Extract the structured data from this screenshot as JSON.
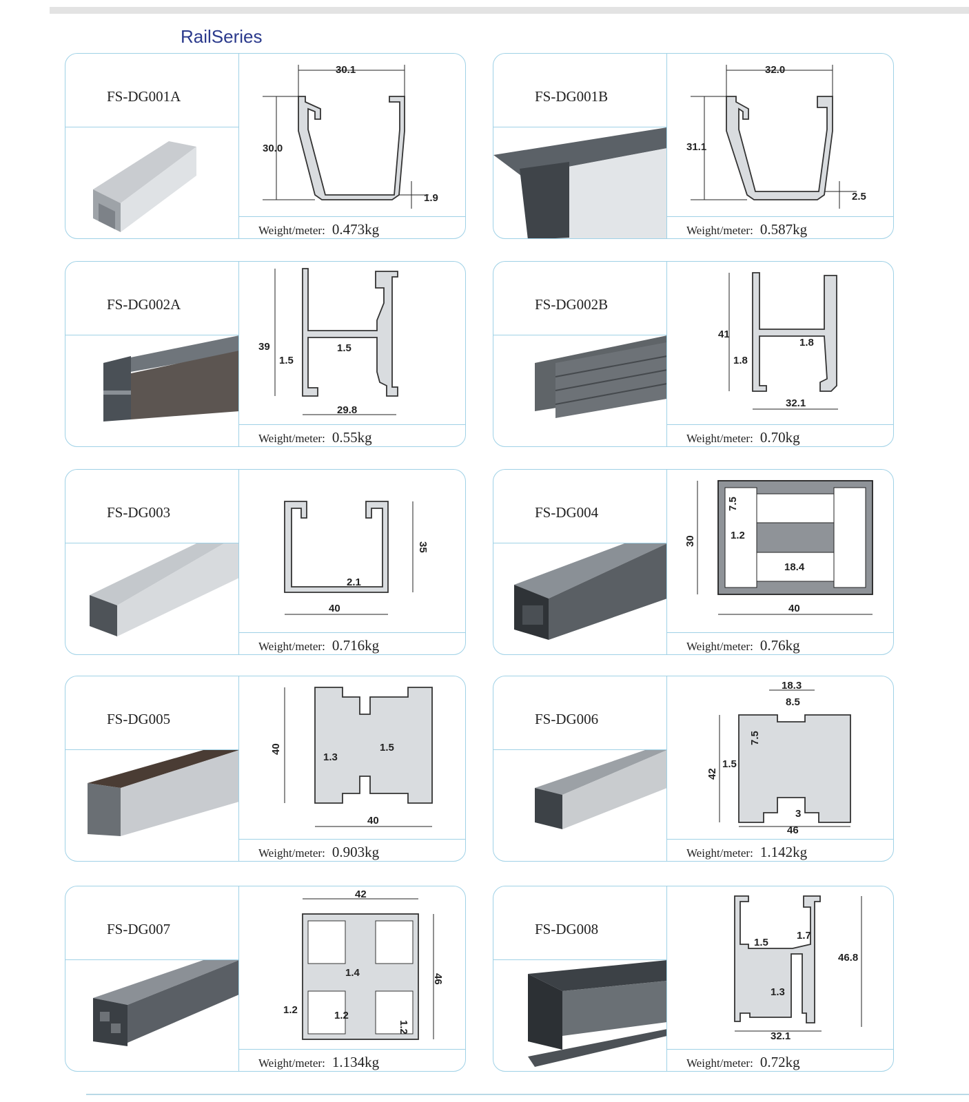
{
  "header": {
    "title": "RailSeries"
  },
  "weight_label": "Weight/meter:",
  "products": [
    {
      "model": "FS-DG001A",
      "weight": "0.473kg",
      "dims": [
        "30.1",
        "30.0",
        "1.9"
      ]
    },
    {
      "model": "FS-DG001B",
      "weight": "0.587kg",
      "dims": [
        "32.0",
        "31.1",
        "2.5"
      ]
    },
    {
      "model": "FS-DG002A",
      "weight": "0.55kg",
      "dims": [
        "39",
        "1.5",
        "1.5",
        "29.8"
      ]
    },
    {
      "model": "FS-DG002B",
      "weight": "0.70kg",
      "dims": [
        "41",
        "1.8",
        "1.8",
        "32.1"
      ]
    },
    {
      "model": "FS-DG003",
      "weight": "0.716kg",
      "dims": [
        "35",
        "2.1",
        "40"
      ]
    },
    {
      "model": "FS-DG004",
      "weight": "0.76kg",
      "dims": [
        "7.5",
        "1.2",
        "30",
        "18.4",
        "40"
      ]
    },
    {
      "model": "FS-DG005",
      "weight": "0.903kg",
      "dims": [
        "40",
        "1.3",
        "1.5",
        "40"
      ]
    },
    {
      "model": "FS-DG006",
      "weight": "1.142kg",
      "dims": [
        "18.3",
        "8.5",
        "7.5",
        "1.5",
        "42",
        "3",
        "46"
      ]
    },
    {
      "model": "FS-DG007",
      "weight": "1.134kg",
      "dims": [
        "42",
        "1.4",
        "46",
        "1.2",
        "1.2",
        "1.2"
      ]
    },
    {
      "model": "FS-DG008",
      "weight": "0.72kg",
      "dims": [
        "1.5",
        "1.7",
        "46.8",
        "1.3",
        "32.1"
      ]
    }
  ],
  "colors": {
    "title": "#2b3a8c",
    "border": "#9fd1e6",
    "profile_fill": "#d9dcdf"
  }
}
